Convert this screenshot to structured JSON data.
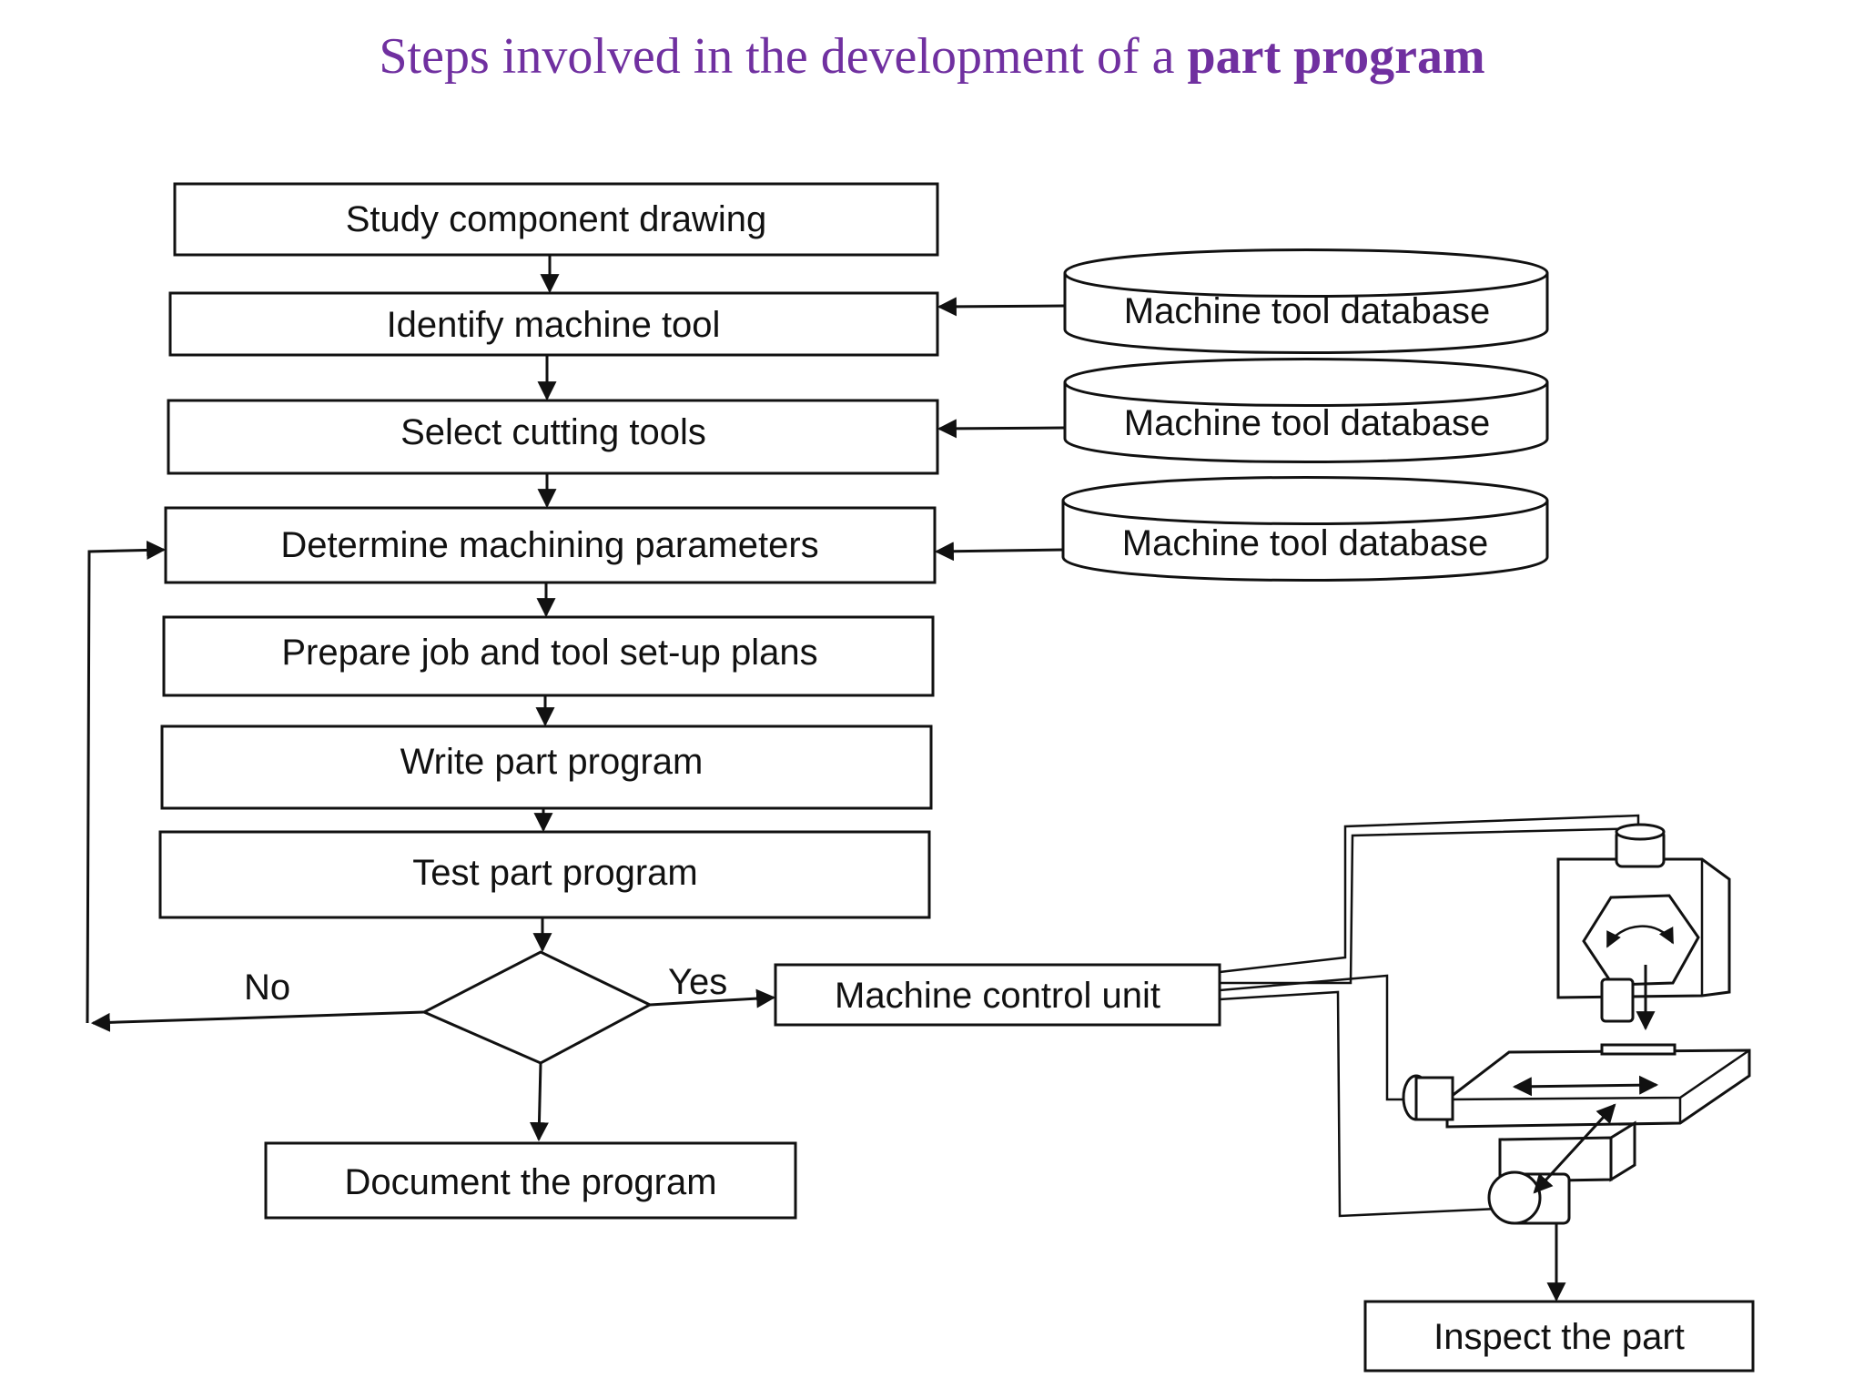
{
  "title": {
    "main": "Steps involved in the development of a ",
    "bold": "part program"
  },
  "diagram": {
    "steps": [
      "Study component drawing",
      "Identify machine tool",
      "Select cutting tools",
      "Determine machining parameters",
      "Prepare job and tool set-up plans",
      "Write part program",
      "Test part program"
    ],
    "databases": [
      "Machine tool database",
      "Machine tool database",
      "Machine tool database"
    ],
    "decision": {
      "no": "No",
      "yes": "Yes"
    },
    "document": "Document the program",
    "control_unit": "Machine control unit",
    "inspect": "Inspect the part"
  }
}
